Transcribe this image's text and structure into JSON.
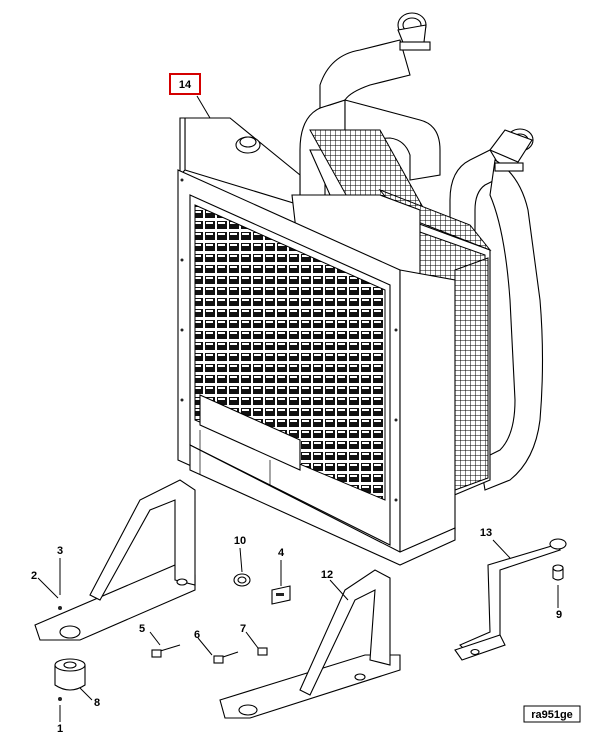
{
  "figure_code": "ra951ge",
  "highlighted_callout": "14",
  "callouts": [
    "1",
    "2",
    "3",
    "4",
    "5",
    "6",
    "7",
    "8",
    "9",
    "10",
    "12",
    "13",
    "14"
  ],
  "colors": {
    "highlight": "#d40000",
    "line": "#000000",
    "background": "#ffffff"
  }
}
